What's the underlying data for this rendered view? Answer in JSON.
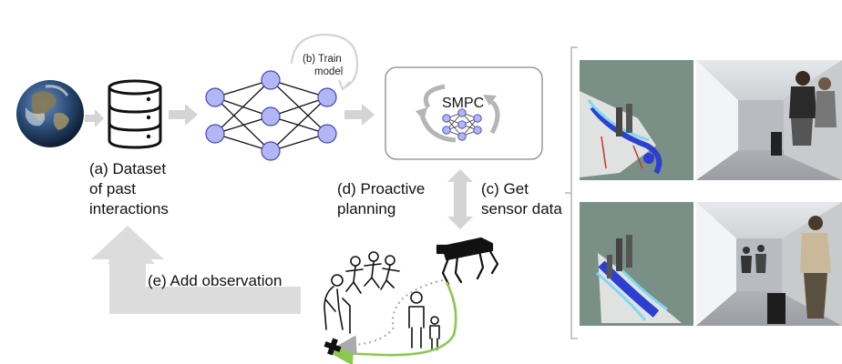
{
  "labels": {
    "dataset": [
      "(a) Dataset",
      "of past",
      "interactions"
    ],
    "train": [
      "(b) Train",
      "model"
    ],
    "smpc": "SMPC",
    "proactive": [
      "(d) Proactive",
      "planning"
    ],
    "sensor": [
      "(c) Get",
      "sensor data"
    ],
    "add_observation": "(e) Add observation"
  },
  "colors": {
    "neuron_fill": "#b3b6f4",
    "neuron_stroke": "#4447b8",
    "arrow_gray": "#d4d4d4",
    "path_green": "#8cc84f",
    "path_gray_dotted": "#aaaaaa",
    "map_background": "#7a8f86",
    "costmap_blue": "#2b3fd0",
    "costmap_cyan": "#7fd8f2"
  },
  "icons": {
    "earth": "earth-globe-icon",
    "database": "database-cylinder-icon",
    "robot": "quadruped-robot-icon",
    "pedestrians": "pedestrian-group-icon",
    "goal": "goal-cross-icon"
  }
}
